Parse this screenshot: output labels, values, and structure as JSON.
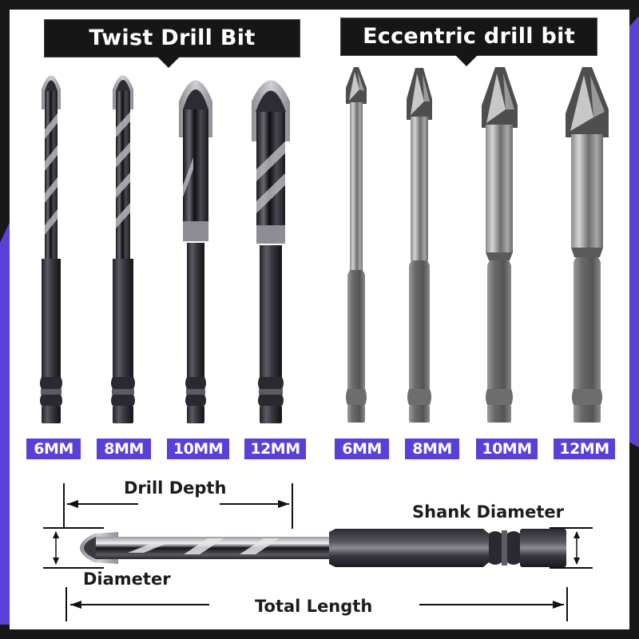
{
  "colors": {
    "frame": "#181818",
    "panel": "#ffffff",
    "accent_purple": "#5b3fd9",
    "banner_bg": "#161616",
    "twist_metal_dark": "#2a2830",
    "eccentric_metal": "#8a8a8a"
  },
  "groups": [
    {
      "title": "Twist Drill Bit",
      "finish": "black",
      "bits": [
        {
          "size": "6MM"
        },
        {
          "size": "8MM"
        },
        {
          "size": "10MM"
        },
        {
          "size": "12MM"
        }
      ]
    },
    {
      "title": "Eccentric drill bit",
      "finish": "silver",
      "bits": [
        {
          "size": "6MM"
        },
        {
          "size": "8MM"
        },
        {
          "size": "10MM"
        },
        {
          "size": "12MM"
        }
      ]
    }
  ],
  "diagram": {
    "drill_depth": "Drill Depth",
    "shank_diameter": "Shank Diameter",
    "diameter": "Diameter",
    "total_length": "Total Length"
  },
  "icons": {
    "dimension_arrow": "arrow-line",
    "drill_bit": "drill-bit-illustration"
  }
}
